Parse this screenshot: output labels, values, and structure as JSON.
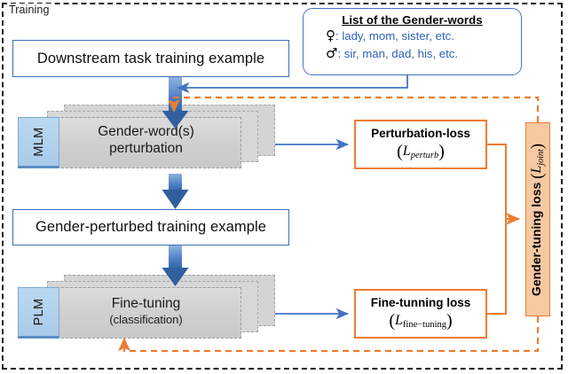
{
  "frame": {
    "label": "Training"
  },
  "boxes": {
    "downstream": "Downstream task training example",
    "perturbed": "Gender-perturbed training example"
  },
  "legend": {
    "title": "List of the Gender-words",
    "female_symbol": "♀",
    "female_words": ": lady, mom, sister, etc.",
    "male_symbol": "♂",
    "male_words": ": sir, man, dad, his, etc."
  },
  "blocks": {
    "mlm": {
      "tab": "MLM",
      "line1": "Gender-word(s)",
      "line2": "perturbation"
    },
    "plm": {
      "tab": "PLM",
      "line1": "Fine-tuning",
      "line2": "(classification)"
    }
  },
  "losses": {
    "perturbation": {
      "title": "Perturbation-loss",
      "math_base": "L",
      "math_sub": "perturb"
    },
    "finetuning": {
      "title": "Fine-tunning loss",
      "math_base": "L",
      "math_sub": "fine−tuning"
    },
    "joint": {
      "title": "Gender-tuning loss ",
      "math_base": "L",
      "math_sub": "joint"
    }
  },
  "colors": {
    "blue_outline": "#3b6fb6",
    "blue_arrow": "#4472c4",
    "orange": "#ed7d31",
    "joint_fill": "#f6c9a3",
    "tab_fill": "#a9cae9",
    "sheet_fill": "#d4d4d4",
    "frame": "#1a1a1a"
  }
}
